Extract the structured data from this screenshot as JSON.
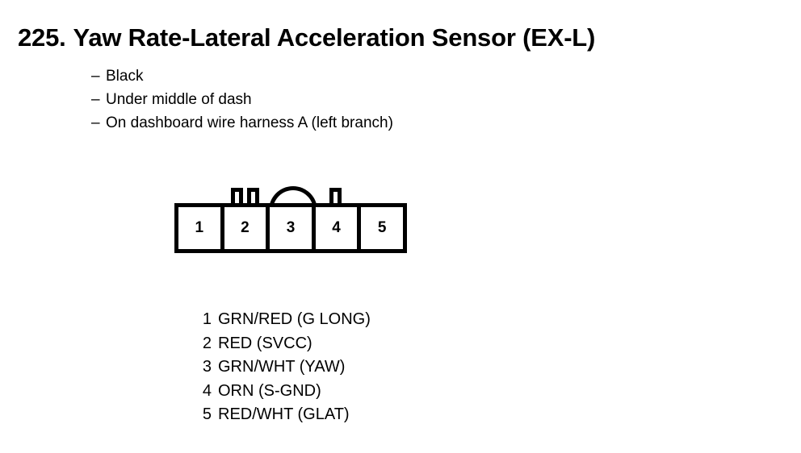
{
  "document": {
    "title_number": "225.",
    "title_text": "Yaw Rate-Lateral Acceleration Sensor (EX-L)",
    "background_color": "#ffffff",
    "ink_color": "#000000"
  },
  "notes": {
    "dash": "–",
    "items": [
      {
        "text": "Black"
      },
      {
        "text": "Under middle of dash"
      },
      {
        "text": "On dashboard wire harness A (left branch)"
      }
    ]
  },
  "connector": {
    "cavity_count": 5,
    "cavities": [
      {
        "number": "1"
      },
      {
        "number": "2"
      },
      {
        "number": "3"
      },
      {
        "number": "4"
      },
      {
        "number": "5"
      }
    ],
    "features": {
      "locking_tabs": 3,
      "dome_over_cavity": "3"
    }
  },
  "pin_legend": {
    "rows": [
      {
        "pin": "1",
        "wire": "GRN/RED (G LONG)"
      },
      {
        "pin": "2",
        "wire": "RED (SVCC)"
      },
      {
        "pin": "3",
        "wire": "GRN/WHT (YAW)"
      },
      {
        "pin": "4",
        "wire": "ORN (S-GND)"
      },
      {
        "pin": "5",
        "wire": "RED/WHT (GLAT)"
      }
    ]
  }
}
